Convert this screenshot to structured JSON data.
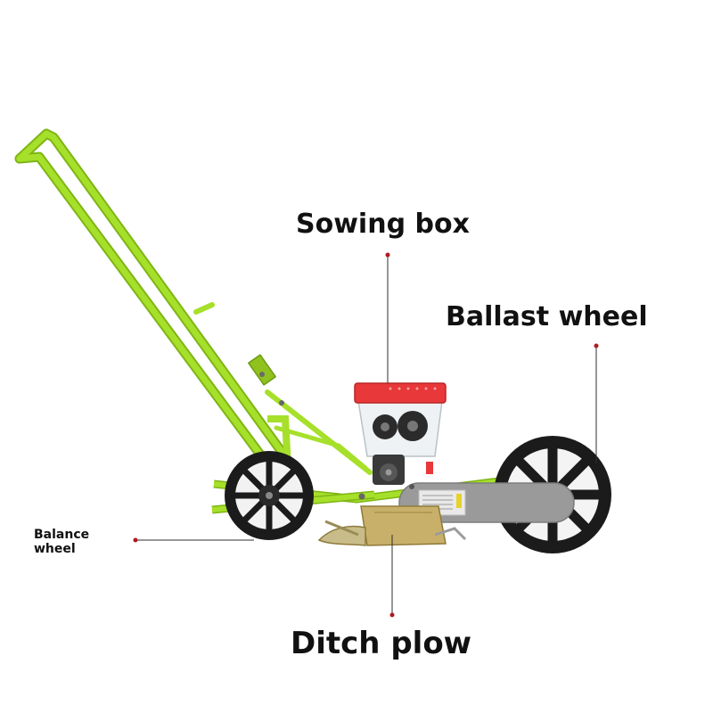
{
  "labels": {
    "sowing_box": "Sowing box",
    "ballast_wheel": "Ballast wheel",
    "balance_wheel": "Balance\nwheel",
    "ditch_plow": "Ditch plow"
  },
  "colors": {
    "frame": "#a6e02a",
    "frame_dark": "#7fb515",
    "hopper_lid": "#e8383a",
    "wheel": "#1b1b1b",
    "cover": "#9a9a9a",
    "plow": "#c9b06a",
    "leader": "#b01820",
    "text": "#111111"
  }
}
